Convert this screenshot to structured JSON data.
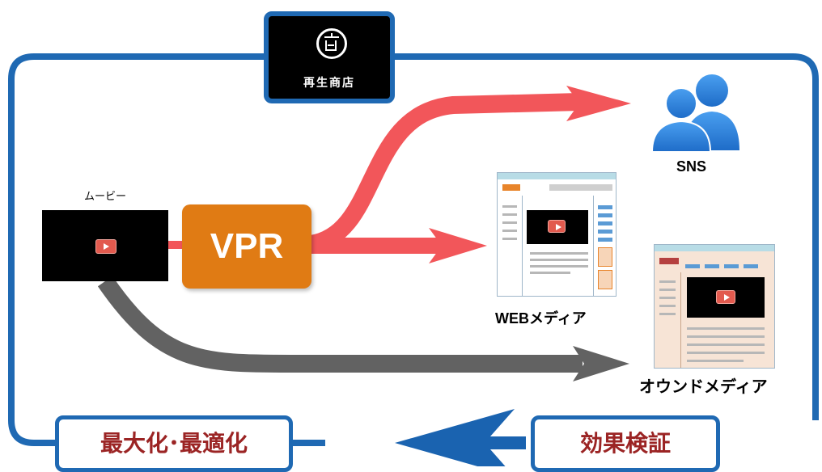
{
  "logo": {
    "name": "再生商店"
  },
  "movie": {
    "label": "ムービー"
  },
  "vpr": {
    "label": "VPR"
  },
  "sns": {
    "label": "SNS"
  },
  "web_media": {
    "label": "WEBメディア"
  },
  "owned_media": {
    "label": "オウンドメディア"
  },
  "loop": {
    "optimize_label": "最大化･最適化",
    "verify_label": "効果検証"
  },
  "colors": {
    "loop_blue": "#1f69b3",
    "arrow_red": "#f2565a",
    "arrow_gray": "#626262",
    "vpr_orange": "#e07b14",
    "label_red": "#9b2424",
    "sns_blue": "#2f7fd6"
  }
}
